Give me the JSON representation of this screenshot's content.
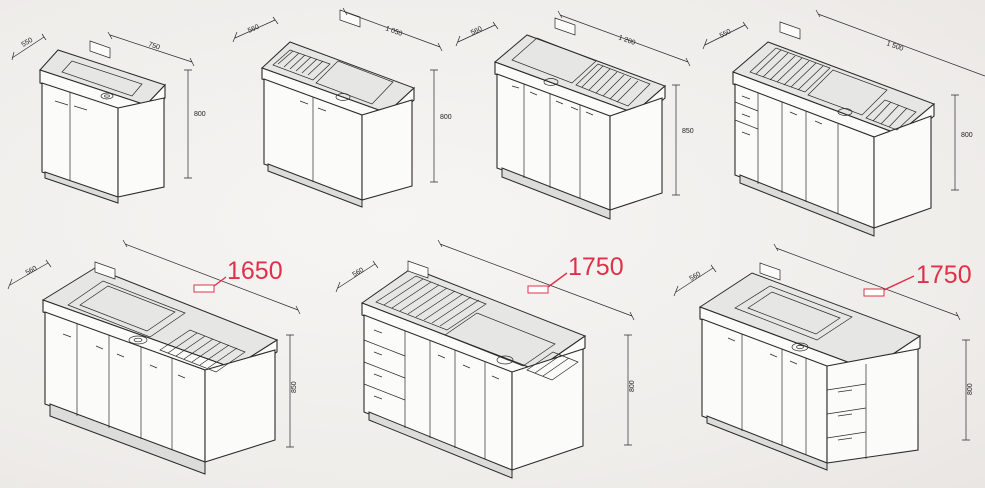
{
  "cabinets": [
    {
      "depth": "550",
      "width": "750",
      "height": "800"
    },
    {
      "depth": "560",
      "width": "1 050",
      "height": "800"
    },
    {
      "depth": "560",
      "width": "1 200",
      "height": "850"
    },
    {
      "depth": "550",
      "width": "1 500",
      "height": "800"
    },
    {
      "depth": "560",
      "width_callout": "1650",
      "height": "850"
    },
    {
      "depth": "560",
      "width_callout": "1750",
      "height": "800"
    },
    {
      "depth": "560",
      "width_callout": "1750",
      "height": "800"
    }
  ],
  "annotation_color": "#e0304a"
}
